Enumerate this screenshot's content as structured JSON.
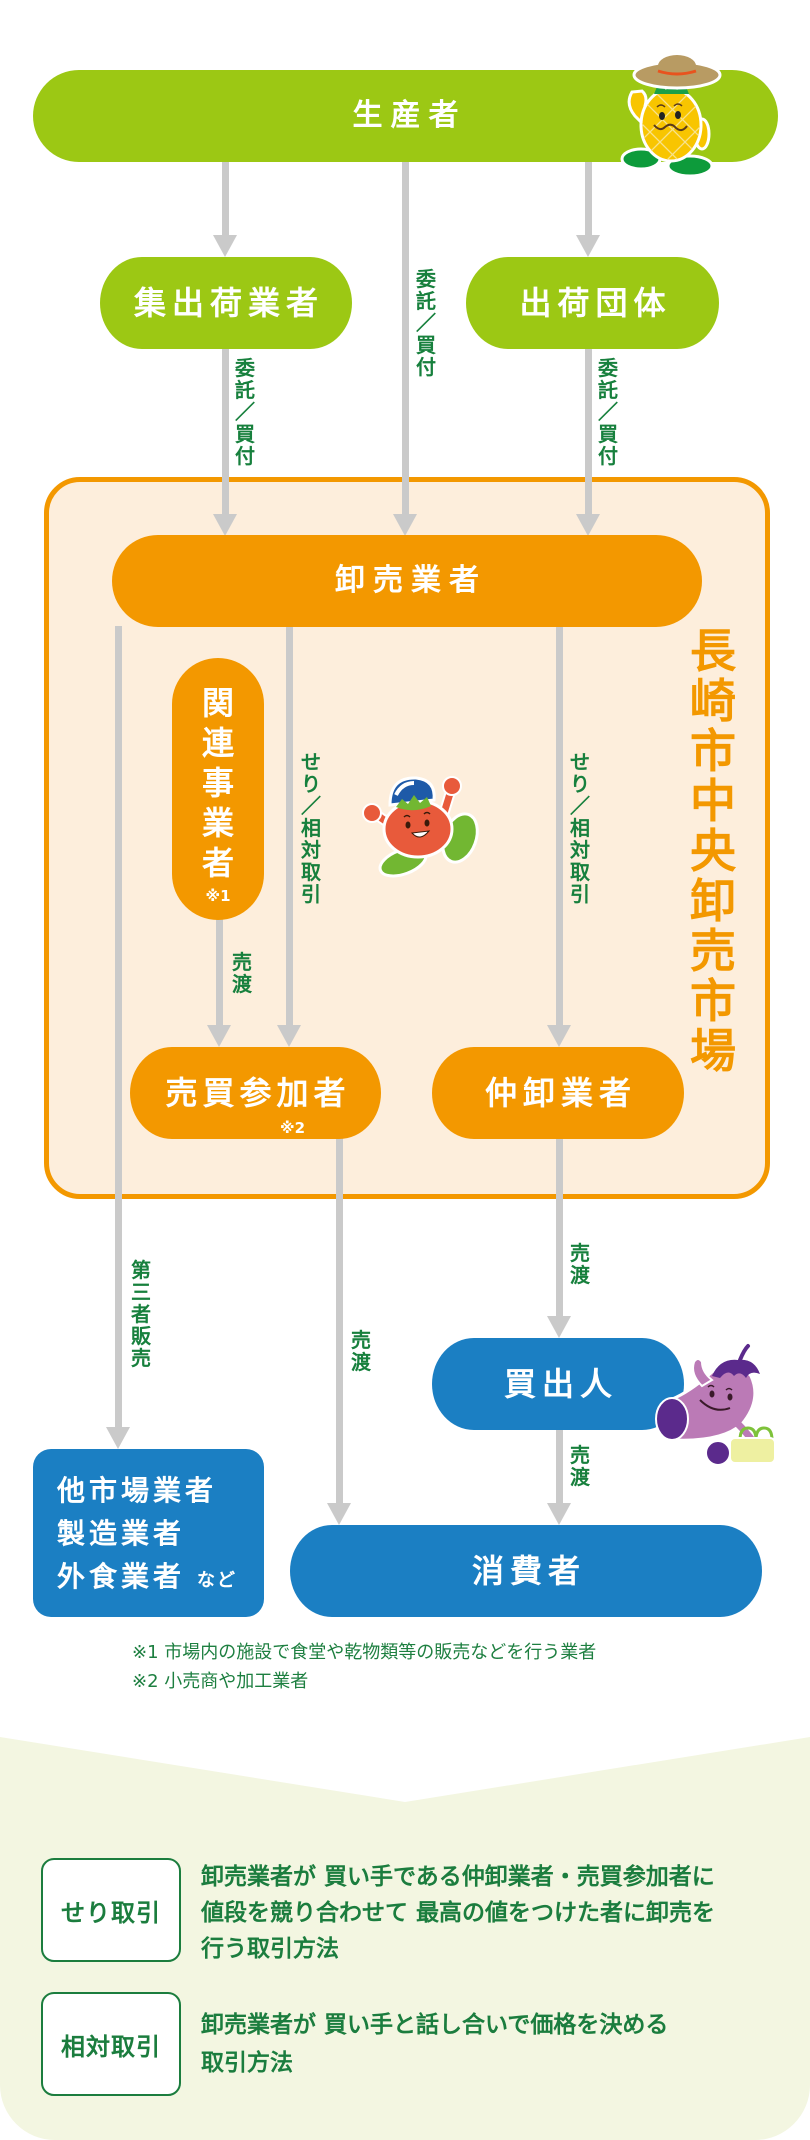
{
  "diagram": {
    "producer": {
      "label": "生産者"
    },
    "collector": {
      "label": "集出荷業者"
    },
    "shipping_org": {
      "label": "出荷団体"
    },
    "market": {
      "name": "長崎市中央卸売市場"
    },
    "wholesaler": {
      "label": "卸売業者"
    },
    "related_business": {
      "label": "関連事業者",
      "note": "※1"
    },
    "trade_participant": {
      "label": "売買参加者",
      "note": "※2"
    },
    "intermediate_wholesaler": {
      "label": "仲卸業者"
    },
    "buyer": {
      "label": "買出人"
    },
    "others": {
      "lines": [
        "他市場業者",
        "製造業者",
        "外食業者"
      ],
      "suffix": "など"
    },
    "consumer": {
      "label": "消費者"
    }
  },
  "flows": {
    "producer_to_wholesaler": "委託／買付",
    "collector_to_wholesaler": "委託／買付",
    "shipping_org_to_wholesaler": "委託／買付",
    "wholesaler_to_participant": "せり／相対取引",
    "wholesaler_to_intermediate": "せり／相対取引",
    "related_to_participant": "売渡",
    "wholesaler_to_others": "第三者販売",
    "participant_to_consumer": "売渡",
    "intermediate_to_buyer": "売渡",
    "buyer_to_consumer": "売渡"
  },
  "footnotes": [
    "※1 市場内の施設で食堂や乾物類等の販売などを行う業者",
    "※2 小売商や加工業者"
  ],
  "glossary": [
    {
      "term": "せり取引",
      "lines": [
        "卸売業者が 買い手である仲卸業者・売買参加者に",
        "値段を競り合わせて 最高の値をつけた者に卸売を",
        "行う取引方法"
      ]
    },
    {
      "term": "相対取引",
      "lines": [
        "卸売業者が 買い手と話し合いで価格を決める",
        "取引方法"
      ]
    }
  ],
  "mascots": [
    "pineapple-mascot",
    "tomato-mascot",
    "eggplant-mascot"
  ],
  "colors": {
    "producer_green": "#9cc814",
    "market_orange": "#f39800",
    "market_panel_bg": "#fdeedc",
    "consumer_blue": "#1b7fc3",
    "label_green": "#17803d",
    "connector_gray": "#cacaca",
    "glossary_bg": "#f3f6e1"
  }
}
